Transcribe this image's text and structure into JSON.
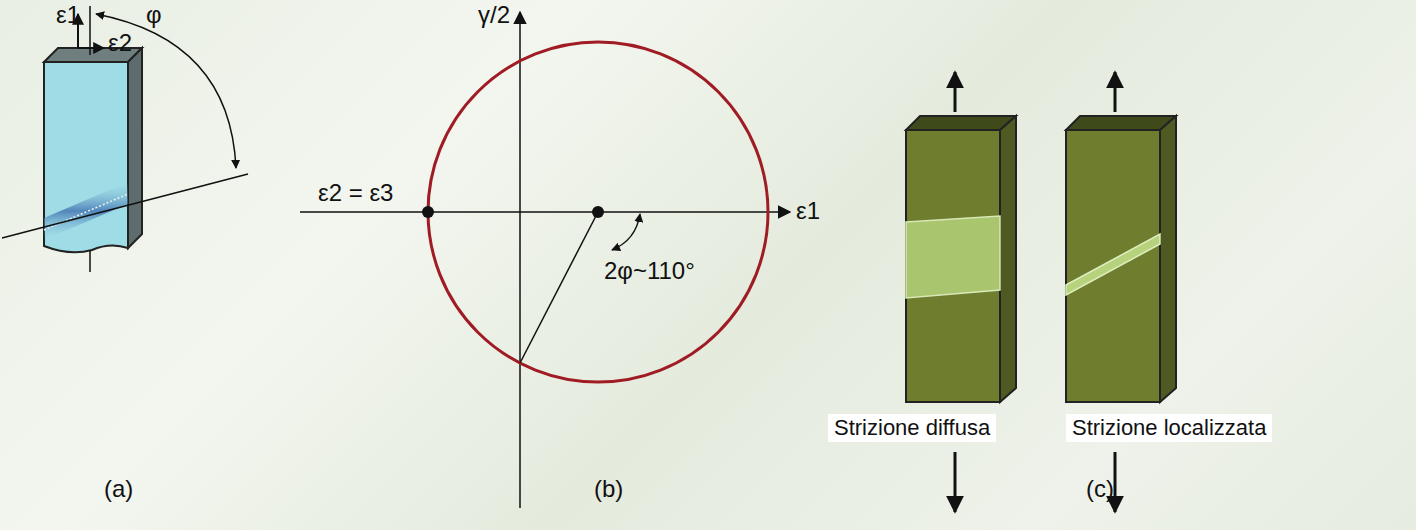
{
  "diagram": {
    "labels": [
      "ε1",
      "ε2",
      "φ",
      "(a)",
      "γ/2",
      "ε2 = ε3",
      "ε1",
      "2φ~110°",
      "(b)",
      "Strizione diffusa",
      "Strizione localizzata",
      "(c)"
    ]
  }
}
